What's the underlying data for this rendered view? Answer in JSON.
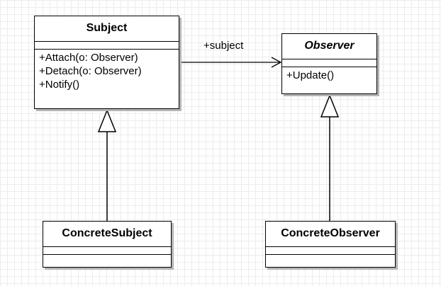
{
  "diagram": {
    "classes": {
      "subject": {
        "name": "Subject",
        "operations": [
          "+Attach(o: Observer)",
          "+Detach(o: Observer)",
          "+Notify()"
        ]
      },
      "observer": {
        "name": "Observer",
        "abstract": true,
        "operations": [
          "+Update()"
        ]
      },
      "concrete_subject": {
        "name": "ConcreteSubject",
        "operations": []
      },
      "concrete_observer": {
        "name": "ConcreteObserver",
        "operations": []
      }
    },
    "association": {
      "label": "+subject",
      "from": "Subject",
      "to": "Observer",
      "arrow": "open"
    },
    "generalizations": [
      {
        "child": "ConcreteSubject",
        "parent": "Subject"
      },
      {
        "child": "ConcreteObserver",
        "parent": "Observer"
      }
    ],
    "colors": {
      "line": "#000000",
      "shadow": "#b5b5b5",
      "grid": "#ececec",
      "background": "#ffffff"
    }
  }
}
